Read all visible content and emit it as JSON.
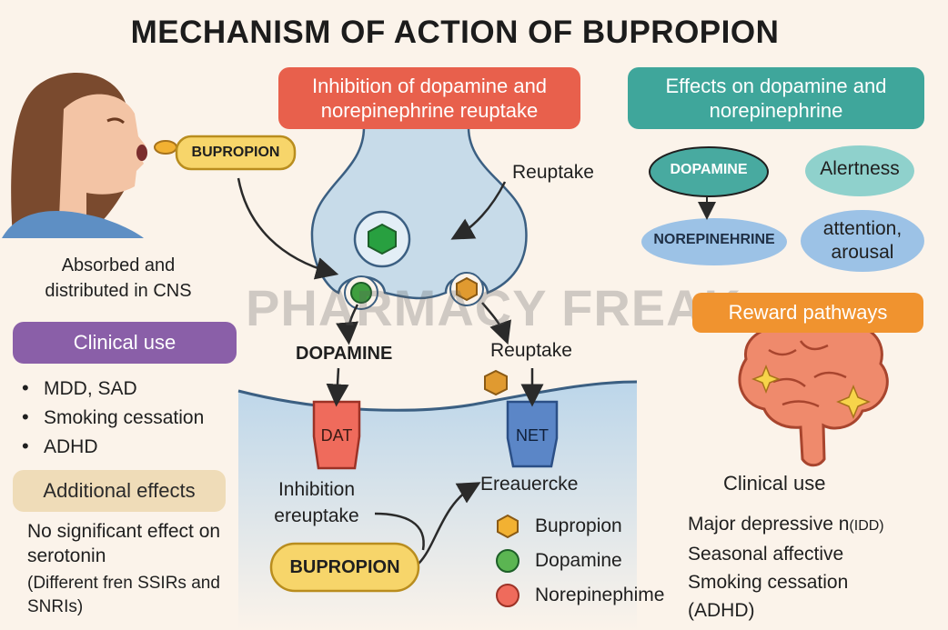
{
  "title": "MECHANISM OF ACTION OF BUPROPION",
  "left": {
    "pill_label": "BUPROPION",
    "absorbed_text": "Absorbed and distributed in CNS",
    "clinical_use_header": "Clinical use",
    "clinical_use_items": [
      "MDD, SAD",
      "Smoking cessation",
      "ADHD"
    ],
    "additional_effects_header": "Additional effects",
    "serotonin_text": "No significant effect on serotonin",
    "serotonin_note": "(Different fren SSIRs and SNRIs)"
  },
  "center": {
    "inhibition_header": "Inhibition of dopamine and norepinephrine reuptake",
    "reuptake_top": "Reuptake",
    "dopamine_label": "DOPAMINE",
    "reuptake_mid": "Reuptake",
    "dat_label": "DAT",
    "net_label": "NET",
    "inhibition_text": "Inhibition ereuptake",
    "ereauercke": "Ereauercke",
    "bottom_pill": "BUPROPION",
    "legend": [
      {
        "label": "Bupropion",
        "color": "#f2b132"
      },
      {
        "label": "Dopamine",
        "color": "#5bb552"
      },
      {
        "label": "Norepinephime",
        "color": "#ef6b5c"
      }
    ],
    "watermark": "PHARMACY FREAK"
  },
  "right": {
    "effects_header": "Effects on dopamine and norepinephrine",
    "dopamine_node": "DOPAMINE",
    "alertness_node": "Alertness",
    "norepinephrine_node": "NOREPINEHRINE",
    "attention_node": "attention, arousal",
    "reward_header": "Reward pathways",
    "clinical_use_title": "Clinical use",
    "clinical_line1_main": "Major depressive n",
    "clinical_line1_small": "(IDD)",
    "clinical_line2": "Seasonal affective",
    "clinical_line3": "Smoking cessation",
    "clinical_line4": "(ADHD)"
  },
  "colors": {
    "red_header": "#e8604c",
    "teal_header": "#3fa69b",
    "purple_header": "#8a5fa8",
    "tan_header": "#efdcb8",
    "orange_header": "#f0932f",
    "neuron_fill": "#c7dbe9",
    "pill_yellow": "#f7d56a"
  }
}
